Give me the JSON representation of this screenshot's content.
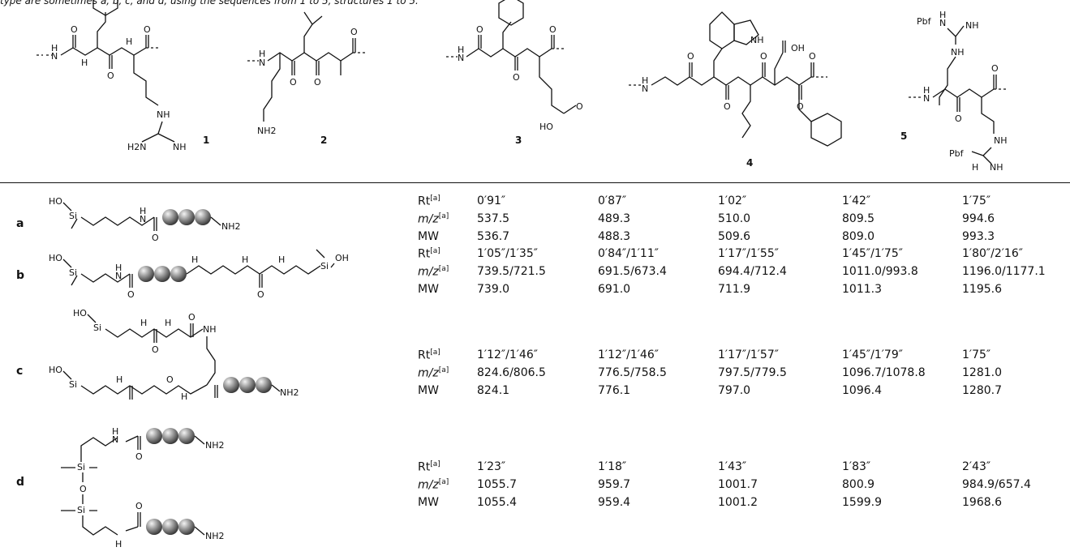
{
  "caption": "type are sometimes a, b, c, and d, using the sequences from 1 to 5, structures 1 to 5.",
  "compounds": [
    {
      "id": "1"
    },
    {
      "id": "2"
    },
    {
      "id": "3"
    },
    {
      "id": "4"
    },
    {
      "id": "5"
    }
  ],
  "atom_labels": {
    "nh": "NH",
    "h": "H",
    "n": "N",
    "o": "O",
    "h2n": "H2N",
    "nh2": "NH2",
    "ho": "HO",
    "oh": "OH",
    "si": "Si",
    "pbf": "Pbf"
  },
  "table": {
    "rows": [
      {
        "label": "a",
        "metrics": [
          {
            "name": "Rt",
            "sup": "[a]",
            "values": [
              "0′91″",
              "0′87″",
              "1′02″",
              "1′42″",
              "1′75″"
            ]
          },
          {
            "name": "m/z",
            "sup": "[a]",
            "values": [
              "537.5",
              "489.3",
              "510.0",
              "809.5",
              "994.6"
            ]
          },
          {
            "name": "MW",
            "sup": "",
            "values": [
              "536.7",
              "488.3",
              "509.6",
              "809.0",
              "993.3"
            ]
          }
        ]
      },
      {
        "label": "b",
        "metrics": [
          {
            "name": "Rt",
            "sup": "[a]",
            "values": [
              "1′05″/1′35″",
              "0′84″/1′11″",
              "1′17″/1′55″",
              "1′45″/1′75″",
              "1′80″/2′16″"
            ]
          },
          {
            "name": "m/z",
            "sup": "[a]",
            "values": [
              "739.5/721.5",
              "691.5/673.4",
              "694.4/712.4",
              "1011.0/993.8",
              "1196.0/1177.1"
            ]
          },
          {
            "name": "MW",
            "sup": "",
            "values": [
              "739.0",
              "691.0",
              "711.9",
              "1011.3",
              "1195.6"
            ]
          }
        ]
      },
      {
        "label": "c",
        "metrics": [
          {
            "name": "Rt",
            "sup": "[a]",
            "values": [
              "1′12″/1′46″",
              "1′12″/1′46″",
              "1′17″/1′57″",
              "1′45″/1′79″",
              "1′75″"
            ]
          },
          {
            "name": "m/z",
            "sup": "[a]",
            "values": [
              "824.6/806.5",
              "776.5/758.5",
              "797.5/779.5",
              "1096.7/1078.8",
              "1281.0"
            ]
          },
          {
            "name": "MW",
            "sup": "",
            "values": [
              "824.1",
              "776.1",
              "797.0",
              "1096.4",
              "1280.7"
            ]
          }
        ]
      },
      {
        "label": "d",
        "metrics": [
          {
            "name": "Rt",
            "sup": "[a]",
            "values": [
              "1′23″",
              "1′18″",
              "1′43″",
              "1′83″",
              "2′43″"
            ]
          },
          {
            "name": "m/z",
            "sup": "[a]",
            "values": [
              "1055.7",
              "959.7",
              "1001.7",
              "800.9",
              "984.9/657.4"
            ]
          },
          {
            "name": "MW",
            "sup": "",
            "values": [
              "1055.4",
              "959.4",
              "1001.2",
              "1599.9",
              "1968.6"
            ]
          }
        ]
      }
    ]
  }
}
